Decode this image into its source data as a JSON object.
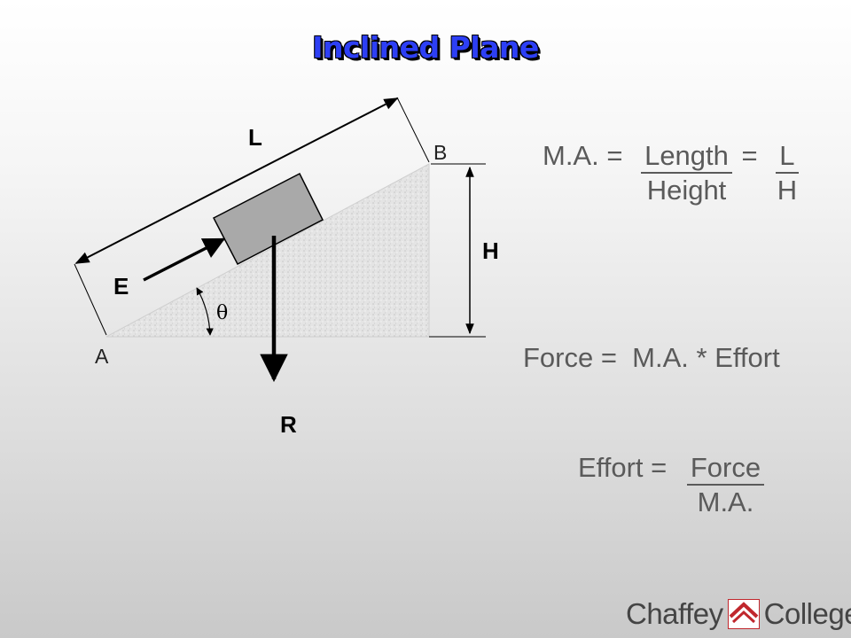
{
  "slide": {
    "title": "Inclined Plane"
  },
  "diagram": {
    "labels": {
      "L": "L",
      "B": "B",
      "H": "H",
      "E": "E",
      "theta": "θ",
      "A": "A",
      "R": "R"
    }
  },
  "formulas": {
    "ma": {
      "lhs": "M.A. =",
      "num1": "Length",
      "den1": "Height",
      "eq": "=",
      "num2": "L",
      "den2": "H"
    },
    "force": {
      "text": "Force =  M.A. * Effort"
    },
    "effort": {
      "lhs": "Effort =",
      "num": "Force",
      "den": "M.A."
    }
  },
  "logo": {
    "left_word": "Chaffey",
    "right_word": "College",
    "brand_color": "#c0272d"
  },
  "colors": {
    "title": "#2d3ff5",
    "block": "#a9a9a9",
    "formula_text": "#5a5a5a"
  }
}
